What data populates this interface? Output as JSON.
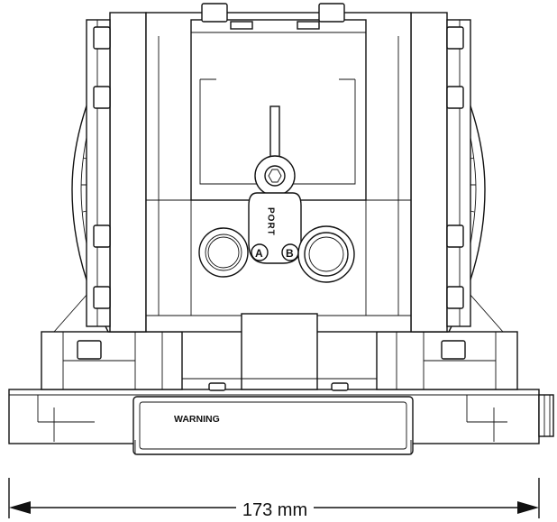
{
  "drawing": {
    "warning_label": "WARNING",
    "port_label": "PORT",
    "port_a_label": "A",
    "port_b_label": "B",
    "dimension_label": "173 mm"
  }
}
